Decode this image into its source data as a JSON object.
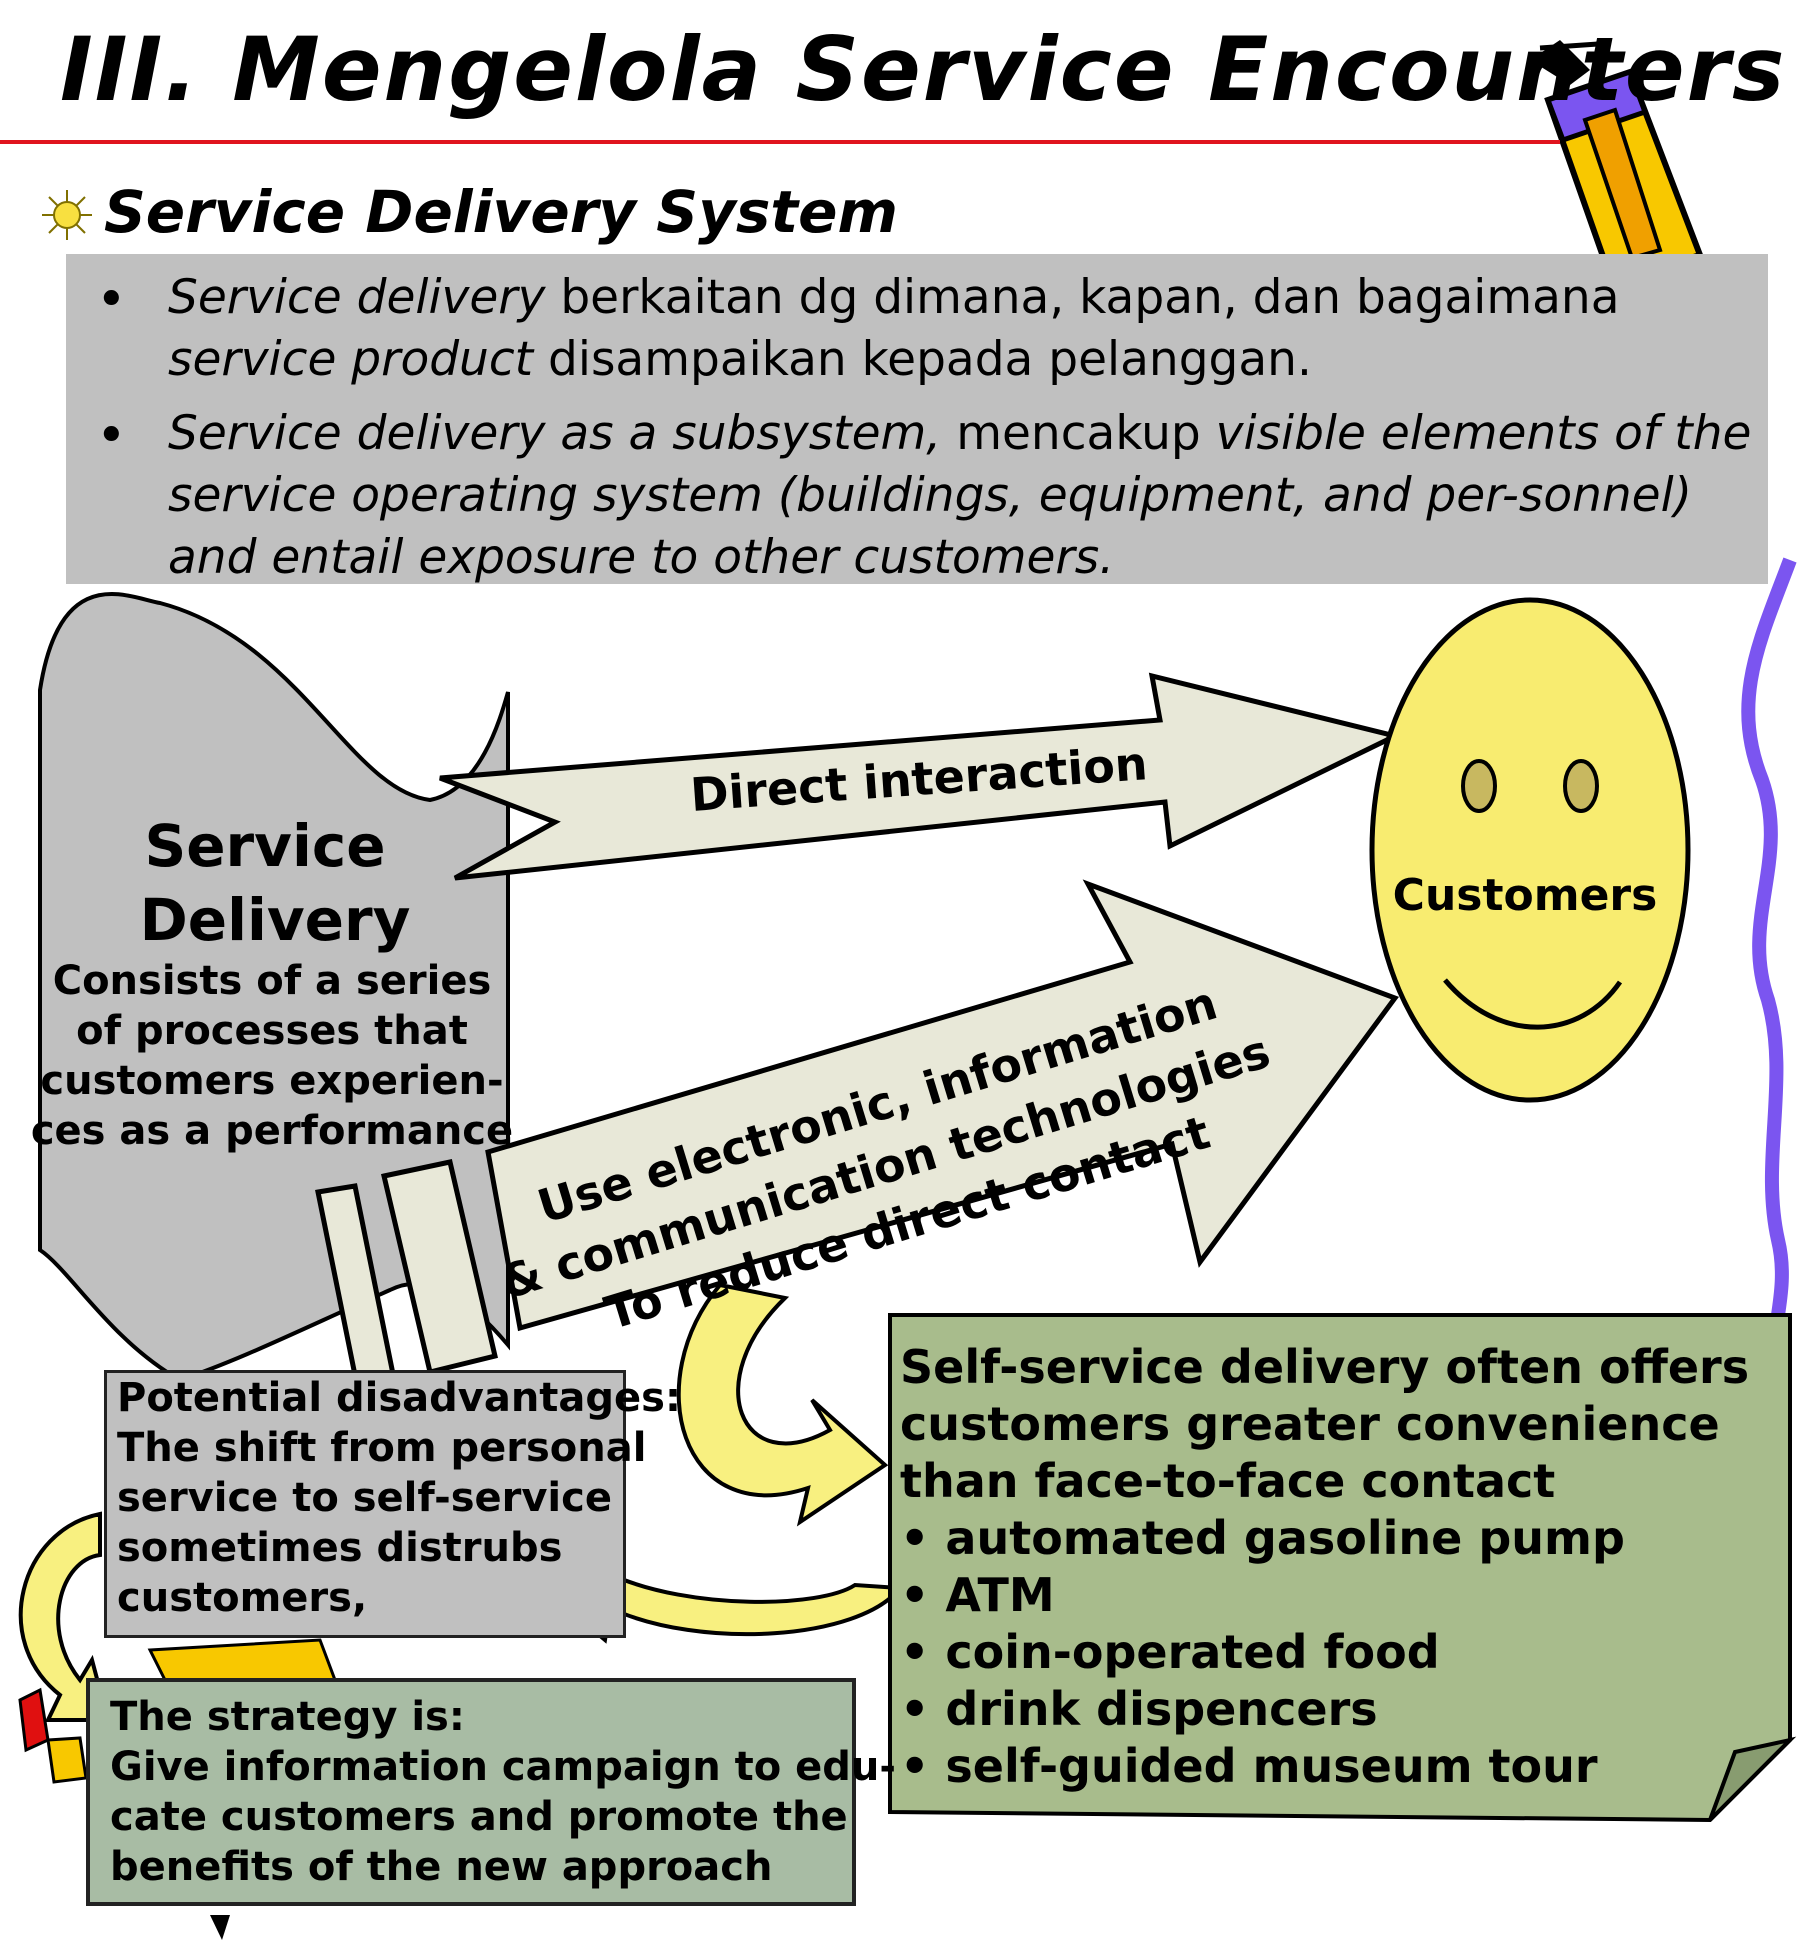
{
  "header": {
    "title": "III.  Mengelola Service Encounters",
    "subtitle": "Service Delivery System",
    "title_rule_color": "#e0141e"
  },
  "bullets": [
    {
      "lines": [
        [
          {
            "text": "Service delivery ",
            "italic": true
          },
          {
            "text": " berkaitan dg dimana, kapan, dan bagaimana",
            "italic": false
          }
        ],
        [
          {
            "text": "service product ",
            "italic": true
          },
          {
            "text": " disampaikan kepada pelanggan.",
            "italic": false
          }
        ]
      ]
    },
    {
      "lines": [
        [
          {
            "text": "Service delivery as a subsystem,",
            "italic": true
          },
          {
            "text": " mencakup ",
            "italic": false
          },
          {
            "text": "visible elements of the",
            "italic": true
          }
        ],
        [
          {
            "text": "service operating system (buildings, equipment, and per-sonnel)",
            "italic": true
          }
        ],
        [
          {
            "text": "and  entail exposure to other customers.",
            "italic": true
          }
        ]
      ]
    }
  ],
  "diagram": {
    "service_delivery": {
      "heading": [
        "Service",
        "Delivery"
      ],
      "description": [
        "Consists of a series",
        "of processes that",
        "customers experien-",
        "ces as a performance"
      ]
    },
    "direct_arrow_label": "Direct interaction",
    "tech_arrow_label": [
      "Use electronic, information",
      "& communication technologies",
      "To reduce direct contact"
    ],
    "customers_label": "Customers",
    "disadvantages": [
      "Potential disadvantages:",
      "The shift from personal",
      "service to self-service",
      "sometimes distrubs",
      "customers,"
    ],
    "strategy": [
      "The strategy is:",
      "Give information campaign to edu-",
      "cate customers and promote the",
      "benefits of the new approach"
    ],
    "self_service": [
      "Self-service delivery often offers",
      "customers greater convenience",
      " than face-to-face contact",
      "• automated gasoline pump",
      "• ATM",
      "• coin-operated food",
      "• drink dispencers",
      "• self-guided museum tour"
    ]
  },
  "colors": {
    "panel_gray": "#c0c0c0",
    "arrow_fill": "#e8e8d8",
    "face_yellow": "#f8ec70",
    "curved_arrow_yellow": "#f8f080",
    "strategy_green": "#a8bca4",
    "selfservice_green": "#a8bc8c",
    "pencil_purple": "#7b55f0",
    "pencil_yellow": "#f8c800"
  },
  "icons": [
    "sun-icon",
    "pencil-icon",
    "smiley-face-icon",
    "curved-arrow-icon"
  ]
}
